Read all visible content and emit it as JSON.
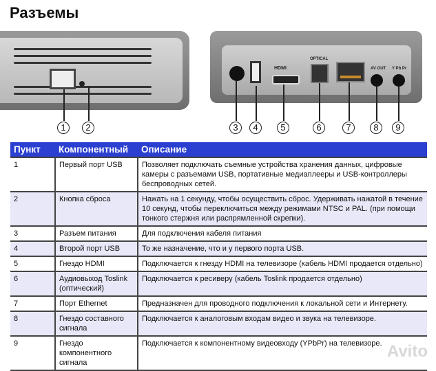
{
  "title": "Разъемы",
  "front_callouts": [
    "1",
    "2"
  ],
  "back_callouts": [
    "3",
    "4",
    "5",
    "6",
    "7",
    "8",
    "9"
  ],
  "port_labels": {
    "hdmi": "HDMI",
    "optical": "OPTICAL",
    "av_out": "AV OUT",
    "ypbpr": "Y Pb Pr"
  },
  "table": {
    "headers": [
      "Пункт",
      "Компонентный",
      "Описание"
    ],
    "header_color": "#2b3fd0",
    "rows": [
      {
        "n": "1",
        "name": "Первый порт USB",
        "desc": "Позволяет подключать съемные устройства хранения данных, цифровые камеры с разъемами USB, портативные медиаплееры и USB-контроллеры беспроводных сетей."
      },
      {
        "n": "2",
        "name": "Кнопка сброса",
        "desc": "Нажать на 1 секунду, чтобы осуществить сброс. Удерживать нажатой в течение 10 секунд, чтобы переключиться между режимами NTSC и PAL. (при помощи тонкого стержня или распрямленной скрепки)."
      },
      {
        "n": "3",
        "name": "Разъем питания",
        "desc": "Для подключения кабеля питания"
      },
      {
        "n": "4",
        "name": "Второй порт USB",
        "desc": "То же назначение, что и у первого порта USB."
      },
      {
        "n": "5",
        "name": "Гнездо HDMI",
        "desc": "Подключается к гнезду HDMI на телевизоре (кабель HDMI продается отдельно)"
      },
      {
        "n": "6",
        "name": "Аудиовыход Toslink (оптический)",
        "desc": "Подключается к ресиверу (кабель Toslink продается отдельно)"
      },
      {
        "n": "7",
        "name": "Порт Ethernet",
        "desc": "Предназначен для проводного подключения к локальной сети и Интернету."
      },
      {
        "n": "8",
        "name": "Гнездо составного сигнала",
        "desc": "Подключается к аналоговым входам видео и звука на телевизоре."
      },
      {
        "n": "9",
        "name": "Гнездо компонентного сигнала",
        "desc": "Подключается к компонентному видеовходу (YPbPr) на телевизоре."
      }
    ]
  },
  "watermark": "Avito"
}
